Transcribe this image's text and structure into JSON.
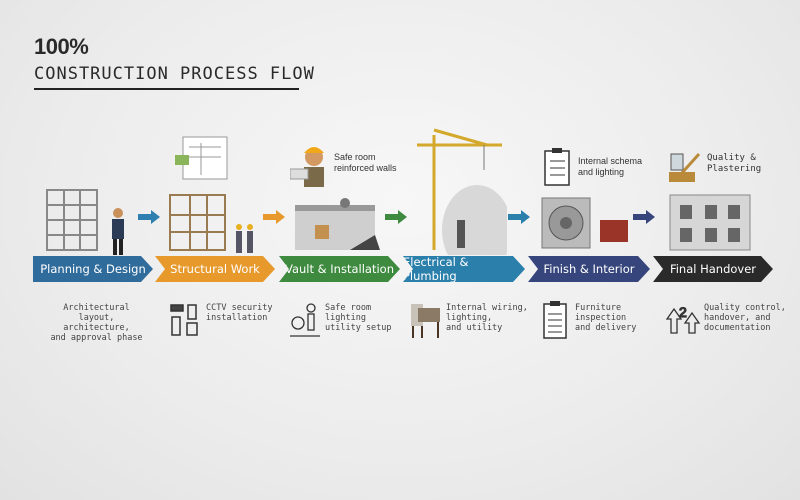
{
  "header": {
    "percent": "100%",
    "title": "CONSTRUCTION PROCESS FLOW"
  },
  "steps": [
    {
      "label": "Planning & Design",
      "color": "#2f6c9c",
      "description": [
        "Architectural layout,",
        "architecture,",
        "and approval phase"
      ],
      "icon": "building-plans-icon"
    },
    {
      "label": "Structural Work",
      "color": "#e8992c",
      "description": [
        "CCTV security",
        "installation"
      ],
      "icon": "cctv-icon",
      "callout": ""
    },
    {
      "label": "Vault & Installation",
      "color": "#3e8a3f",
      "description": [
        "Safe room",
        "lighting",
        "utility setup"
      ],
      "icon": "safe-icon",
      "callout": [
        "Safe room",
        "reinforced walls"
      ]
    },
    {
      "label": "Electrical & Plumbing",
      "color": "#2b7fab",
      "description": [
        "Internal wiring,",
        "lighting,",
        "and utility"
      ],
      "icon": "chair-icon"
    },
    {
      "label": "Finish & Interior",
      "color": "#36467c",
      "description": [
        "Furniture",
        "inspection",
        "and delivery"
      ],
      "icon": "clipboard-icon",
      "callout": [
        "Internal schema",
        "and lighting"
      ]
    },
    {
      "label": "Final Handover",
      "color": "#2a2a2a",
      "description": [
        "Quality control,",
        "handover, and",
        "documentation"
      ],
      "icon": "recycle-arrows-icon",
      "callout": [
        "Quality &",
        "Plastering"
      ]
    }
  ],
  "arrow_color": "#2f7fb0"
}
